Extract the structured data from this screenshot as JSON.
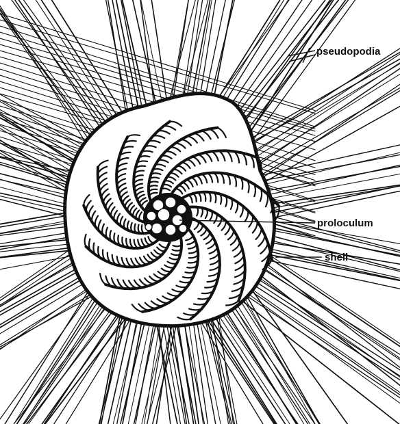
{
  "diagram": {
    "labels": {
      "pseudopodia": "pseudopodia",
      "proloculum": "proloculum",
      "shell": "shell"
    },
    "colors": {
      "ink": "#111111",
      "paper": "#ffffff"
    },
    "chamber_count": 13
  }
}
